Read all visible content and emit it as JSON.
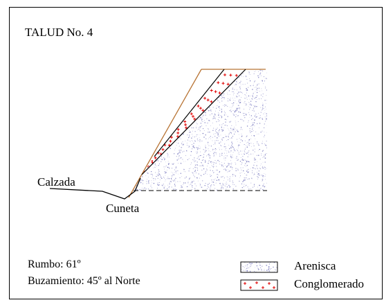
{
  "title": "TALUD No. 4",
  "labels": {
    "calzada": "Calzada",
    "cuneta": "Cuneta"
  },
  "info": {
    "rumbo": "Rumbo: 61º",
    "buzamiento": "Buzamiento: 45º al Norte"
  },
  "legend": [
    {
      "name": "Arenisca",
      "pattern": "stipple",
      "color": "#6b6bb8"
    },
    {
      "name": "Conglomerado",
      "pattern": "red-crosses",
      "color": "#e00000"
    }
  ],
  "colors": {
    "slope_line": "#b87333",
    "outline": "#000000",
    "stipple": "#6b6bb8",
    "cross": "#e00000"
  }
}
